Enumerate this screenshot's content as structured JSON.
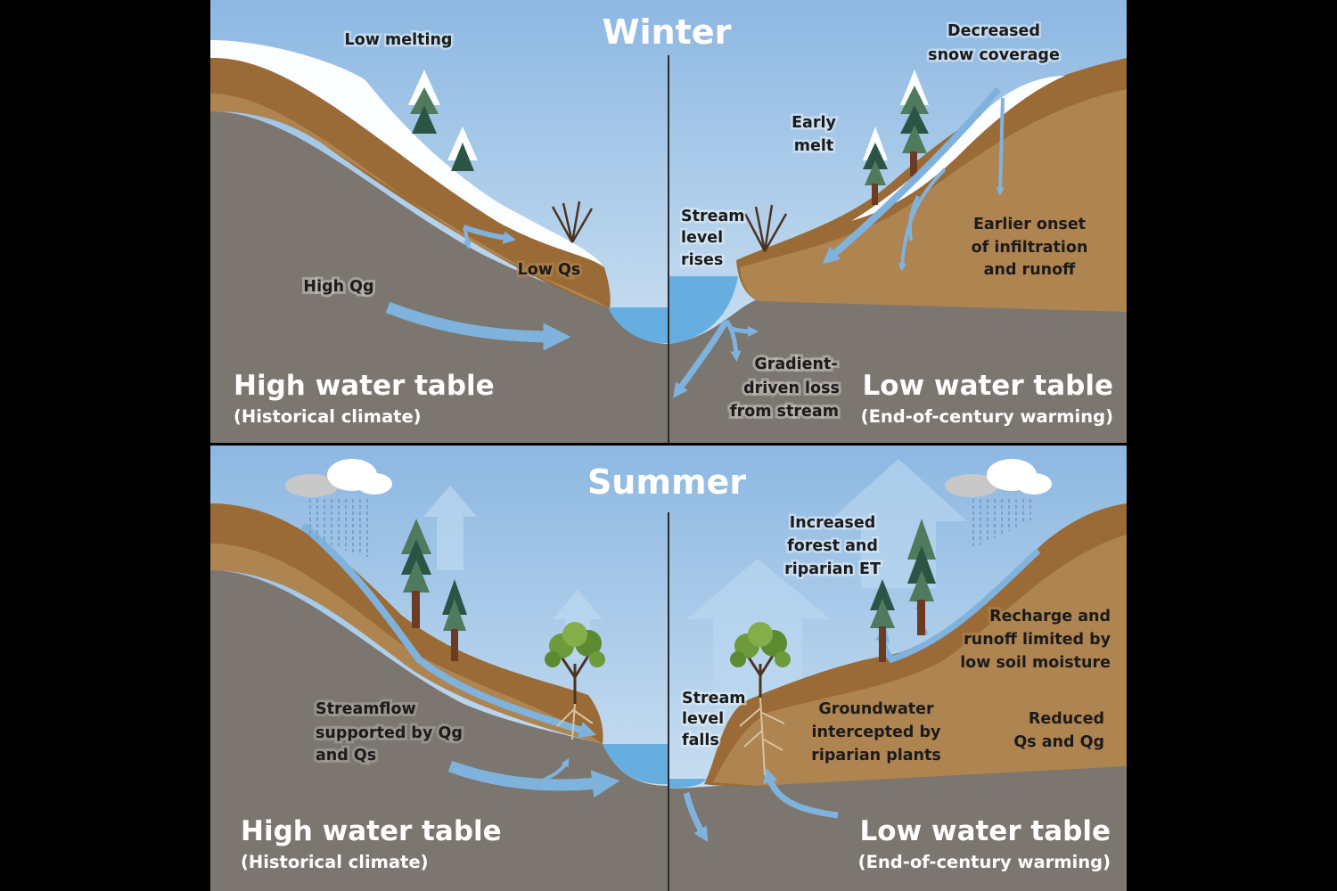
{
  "colors": {
    "sky_top": "#8db8e2",
    "sky_bottom": "#d9e9f5",
    "soil": "#9a6b36",
    "soil_light": "#ae8450",
    "bedrock": "#7c7670",
    "water": "#67aee0",
    "flow_arrow": "#7fb2dc",
    "snow": "#fbfdff",
    "tree_light": "#4f7a5e",
    "tree_dark": "#2c5445"
  },
  "winter": {
    "title": "Winter",
    "left": {
      "low_melting": "Low melting",
      "low_qs": "Low Qs",
      "high_qg": "High Qg",
      "table_title": "High water table",
      "table_subtitle": "(Historical climate)"
    },
    "right": {
      "decreased_snow": [
        "Decreased",
        "snow coverage"
      ],
      "early_melt": [
        "Early",
        "melt"
      ],
      "stream_level": [
        "Stream",
        "level",
        "rises"
      ],
      "earlier_onset": [
        "Earlier onset",
        "of infiltration",
        "and runoff"
      ],
      "gradient_loss": [
        "Gradient-",
        "driven loss",
        "from stream"
      ],
      "table_title": "Low water table",
      "table_subtitle": "(End-of-century warming)"
    }
  },
  "summer": {
    "title": "Summer",
    "left": {
      "streamflow": [
        "Streamflow",
        "supported by Qg",
        "and Qs"
      ],
      "table_title": "High water table",
      "table_subtitle": "(Historical climate)"
    },
    "right": {
      "increased_et": [
        "Increased",
        "forest and",
        "riparian ET"
      ],
      "recharge": [
        "Recharge and",
        "runoff limited by",
        "low soil moisture"
      ],
      "stream_level": [
        "Stream",
        "level",
        "falls"
      ],
      "groundwater": [
        "Groundwater",
        "intercepted by",
        "riparian plants"
      ],
      "reduced": [
        "Reduced",
        "Qs and Qg"
      ],
      "table_title": "Low water table",
      "table_subtitle": "(End-of-century warming)"
    }
  }
}
